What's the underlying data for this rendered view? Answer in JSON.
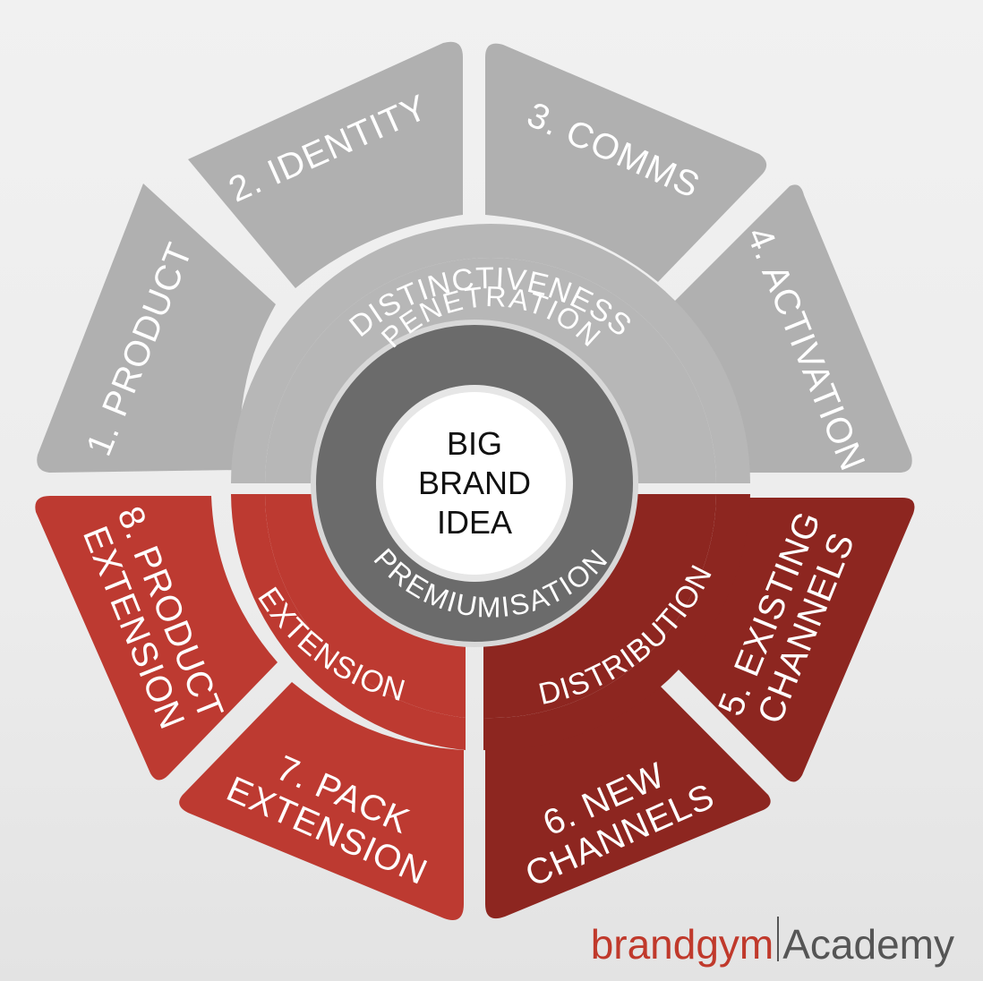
{
  "segments": [
    {
      "label": "1. PRODUCT",
      "color": "#b0b0b0"
    },
    {
      "label": "2. IDENTITY",
      "color": "#b0b0b0"
    },
    {
      "label": "3. COMMS",
      "color": "#b0b0b0"
    },
    {
      "label": "4. ACTIVATION",
      "color": "#b0b0b0"
    },
    {
      "label": "5. EXISTING CHANNELS",
      "color": "#8d2620"
    },
    {
      "label": "6. NEW CHANNELS",
      "color": "#8d2620"
    },
    {
      "label": "7. PACK EXTENSION",
      "color": "#bd3a31"
    },
    {
      "label": "8. PRODUCT EXTENSION",
      "color": "#bd3a31"
    }
  ],
  "ring": {
    "distinctiveness": "DISTINCTIVENESS",
    "extension": "EXTENSION",
    "distribution": "DISTRIBUTION",
    "colors": {
      "distinctiveness": "#b7b7b7",
      "extension": "#bd3a31",
      "distribution": "#8d2620"
    }
  },
  "core": {
    "top": "PENETRATION",
    "bottom": "PREMIUMISATION",
    "color": "#6b6b6b"
  },
  "center": {
    "line1": "BIG",
    "line2": "BRAND",
    "line3": "IDEA"
  },
  "logo": {
    "brand": "brandgym",
    "academy": "Academy"
  }
}
